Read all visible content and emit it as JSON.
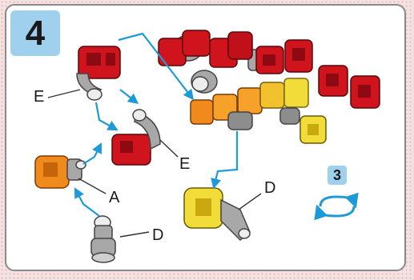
{
  "step": {
    "number": "4"
  },
  "labels": {
    "e_upper": "E",
    "e_middle": "E",
    "a": "A",
    "d_bottom": "D",
    "d_right": "D"
  },
  "rotation": {
    "times": "3"
  },
  "colors": {
    "red_piece": "#d0141e",
    "orange_piece": "#f08a1c",
    "yellow_piece": "#f2dc3a",
    "gray_connector": "#a8a8a8",
    "arrow_blue": "#1e9ad8",
    "badge_blue": "#9fd0ee"
  }
}
